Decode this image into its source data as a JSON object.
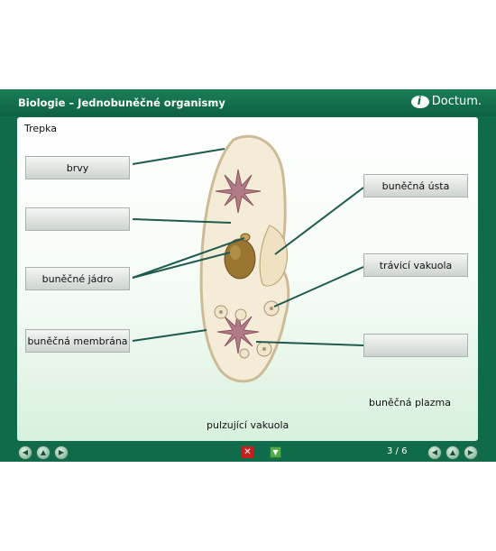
{
  "app": {
    "title": "Biologie – Jednobuněčné organismy",
    "logo_text": "Doctum."
  },
  "content": {
    "subtitle": "Trepka",
    "labels": [
      {
        "id": "left-1",
        "text": "brvy"
      },
      {
        "id": "left-2",
        "text": ""
      },
      {
        "id": "left-3",
        "text": "buněčné jádro"
      },
      {
        "id": "left-4",
        "text": "buněčná membrána"
      },
      {
        "id": "right-1",
        "text": "buněčná ústa"
      },
      {
        "id": "right-2",
        "text": "trávicí vakuola"
      },
      {
        "id": "right-3",
        "text": ""
      }
    ],
    "free_labels": {
      "cytoplasm": "buněčná plazma",
      "contractile_vacuole": "pulzující vakuola"
    }
  },
  "footer": {
    "page_counter": "3 / 6"
  },
  "icons": {
    "close": "close-icon",
    "help": "help-icon",
    "nav": [
      "nav-back-icon",
      "nav-home-icon",
      "nav-forward-icon"
    ]
  },
  "colors": {
    "frame": "#0f6b49",
    "close_button": "#c81e1e",
    "help_button": "#4faa4a",
    "organism_body": "#f5ecd8",
    "nucleus": "#8a6a2c",
    "vacuole_star": "#a36a76"
  }
}
